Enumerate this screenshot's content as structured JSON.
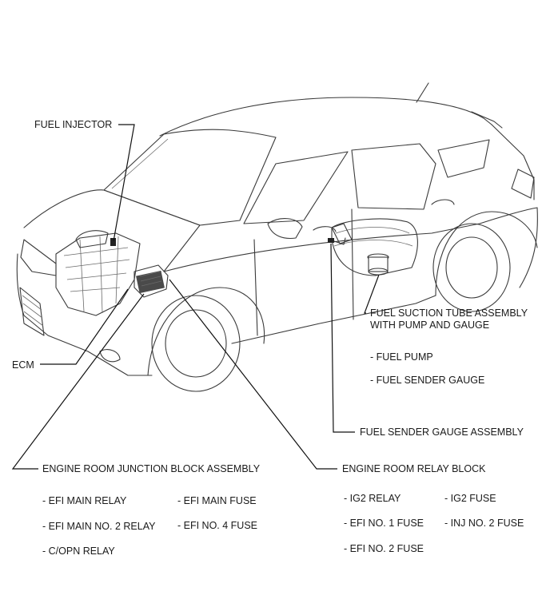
{
  "labels": {
    "fuel_injector": "FUEL INJECTOR",
    "ecm": "ECM",
    "fuel_suction_line1": "FUEL SUCTION TUBE ASSEMBLY",
    "fuel_suction_line2": "WITH PUMP AND GAUGE",
    "fuel_pump": "- FUEL PUMP",
    "fuel_sender_gauge": "- FUEL SENDER GAUGE",
    "fuel_sender_gauge_assembly": "FUEL SENDER GAUGE ASSEMBLY",
    "engine_room_junction_block": "ENGINE ROOM JUNCTION  BLOCK ASSEMBLY",
    "engine_room_relay_block": "ENGINE ROOM RELAY BLOCK"
  },
  "junction_block_items": [
    "- EFI MAIN RELAY",
    "- EFI MAIN FUSE",
    "- EFI MAIN NO. 2 RELAY",
    "- EFI NO. 4 FUSE",
    "- C/OPN RELAY"
  ],
  "relay_block_items": [
    "- IG2 RELAY",
    "- IG2 FUSE",
    "- EFI NO. 1 FUSE",
    "- INJ NO. 2 FUSE",
    "- EFI NO. 2 FUSE"
  ]
}
